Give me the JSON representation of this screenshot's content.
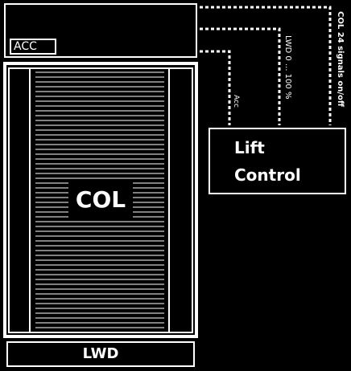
{
  "colors": {
    "background": "#000000",
    "foreground": "#ffffff"
  },
  "acc_box": {
    "label": "ACC"
  },
  "col": {
    "label": "COL"
  },
  "lwd_box": {
    "label": "LWD"
  },
  "lift_control": {
    "line1": "Lift",
    "line2": "Control"
  },
  "signals": {
    "col_signal": "COL 24 signals on/off",
    "lwd_signal": "LWD 0 ... 100 %",
    "acc_signal": "Acc"
  }
}
